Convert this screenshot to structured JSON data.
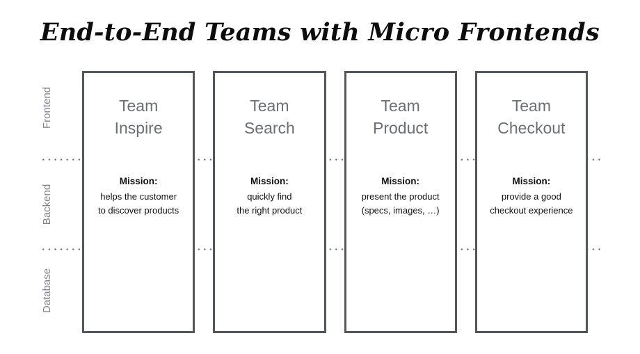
{
  "title": {
    "part1": "End-to-End Teams with ",
    "part2": "Micro Frontends"
  },
  "axis": {
    "tiers": [
      {
        "label": "Frontend"
      },
      {
        "label": "Backend"
      },
      {
        "label": "Database"
      }
    ]
  },
  "mission_label": "Mission:",
  "teams": [
    {
      "name": "Team\nInspire",
      "mission_label": "Mission:",
      "mission": "helps the customer\nto discover products"
    },
    {
      "name": "Team\nSearch",
      "mission_label": "Mission:",
      "mission": "quickly find\nthe right product"
    },
    {
      "name": "Team\nProduct",
      "mission_label": "Mission:",
      "mission": "present the product\n(specs, images, …)"
    },
    {
      "name": "Team\nCheckout",
      "mission_label": "Mission:",
      "mission": "provide a good\ncheckout experience"
    }
  ],
  "colors": {
    "box_border": "#53565b",
    "team_name": "#6b6e73",
    "axis_label": "#808388",
    "mission_text": "#101113",
    "divider_dot": "#6f7277",
    "background": "#ffffff"
  }
}
